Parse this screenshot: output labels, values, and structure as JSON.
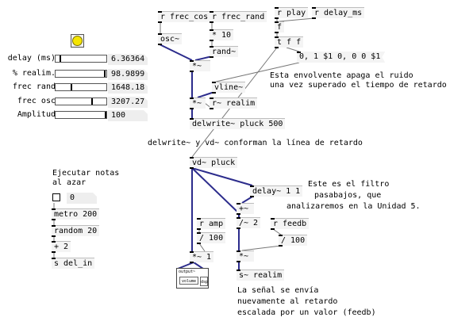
{
  "controls": [
    {
      "label": "delay (ms)",
      "value": "6.36364",
      "level": 0.08
    },
    {
      "label": "% realim.",
      "value": "98.9899",
      "level": 0.98
    },
    {
      "label": "frec rand",
      "value": "1648.18",
      "level": 0.3
    },
    {
      "label": "frec osc",
      "value": "3207.27",
      "level": 0.72
    },
    {
      "label": "Amplitud",
      "value": "100",
      "level": 1.0
    }
  ],
  "objects": {
    "r_frec_cos": "r frec_cos",
    "r_frec_rand": "r frec_rand",
    "r_play": "r play",
    "r_delay_ms": "r delay_ms",
    "f": "f",
    "t_f_f": "t f f",
    "osc": "osc~",
    "times_10": "* 10",
    "rand": "rand~",
    "mult1": "*~",
    "vline": "vline~",
    "mult2": "*~",
    "r_realim": "r~ realim",
    "delwrite": "delwrite~ pluck 500",
    "vd": "vd~ pluck",
    "delay_1_1": "delay~ 1 1",
    "plus_sig": "+~",
    "div_sig": "/~ 2",
    "r_amp": "r amp",
    "div_100_a": "/ 100",
    "r_feedb": "r feedb",
    "div_100_b": "/ 100",
    "mult_1": "*~ 1",
    "mult_fb": "*~",
    "s_realim": "s~ realim",
    "metro": "metro 200",
    "random": "random 20",
    "plus_2": "+ 2",
    "s_del_in": "s del_in"
  },
  "message": "0, 1 $1 0, 0 0 $1",
  "toggle_value": "0",
  "output": {
    "title": "output~",
    "volume": "volume",
    "dsp": "dsp"
  },
  "comments": {
    "envelope_1": "Esta envolvente apaga el ruido",
    "envelope_2": "una vez superado el tiempo de retardo",
    "delay_line": "delwrite~ y vd~ conforman la línea de retardo",
    "notes_1": "Ejecutar notas",
    "notes_2": "al azar",
    "filter_1": "Este es el filtro",
    "filter_2": "pasabajos, que",
    "filter_3": "analizaremos en la Unidad 5.",
    "feedback_1": "La señal se envía",
    "feedback_2": "nuevamente al retardo",
    "feedback_3": "escalada por un valor (feedb)"
  },
  "colors": {
    "bang": "#f5e500",
    "wire_signal": "#2c2c8c",
    "wire_control": "#777777"
  }
}
